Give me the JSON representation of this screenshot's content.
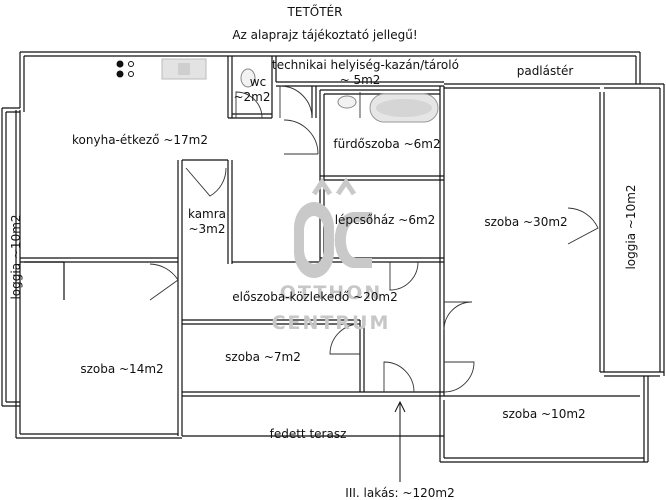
{
  "header": {
    "title": "TETŐTÉR",
    "subtitle": "Az alaprajz tájékoztató jellegű!"
  },
  "footer": {
    "label": "III. lakás: ~120m2"
  },
  "rooms": {
    "konyha": "konyha-étkező ~17m2",
    "wc_name": "wc",
    "wc_area": "~2m2",
    "technikai_line1": "technikai helyiség-kazán/tároló",
    "technikai_line2": "~ 5m2",
    "padlaster": "padlástér",
    "furdoszoba": "fürdőszoba ~6m2",
    "kamra_name": "kamra",
    "kamra_area": "~3m2",
    "lepcsohaz": "lépcsőház ~6m2",
    "szoba30": "szoba ~30m2",
    "loggia_left": "loggia ~10m2",
    "loggia_right": "loggia ~10m2",
    "eloszoba": "előszoba-közlekedő ~20m2",
    "szoba7": "szoba ~7m2",
    "szoba14": "szoba ~14m2",
    "szoba10": "szoba ~10m2",
    "terasz": "fedett terasz"
  },
  "watermark": {
    "brand_line1": "OTTHON",
    "brand_line2": "CENTRUM"
  },
  "colors": {
    "wall": "#111111",
    "wall_fill": "#ffffff",
    "watermark": "#c9c9c9"
  }
}
